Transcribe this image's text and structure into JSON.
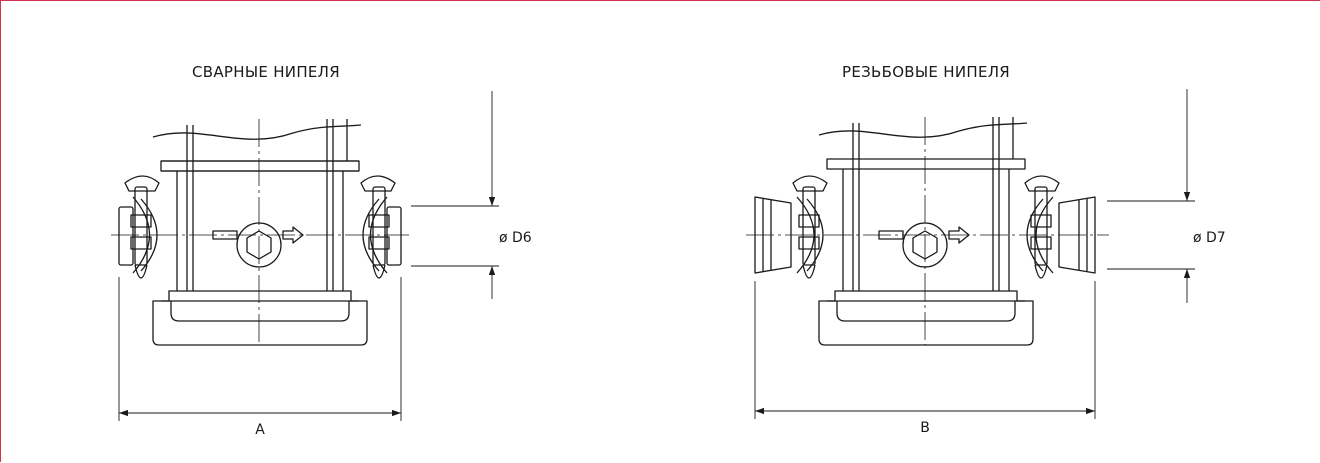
{
  "colors": {
    "frame": "#d2344f",
    "line": "#1a1a1a"
  },
  "views": [
    {
      "title": "СВАРНЫЕ НИПЕЛЯ",
      "width_label": "A",
      "diameter_label": "ø D6",
      "connection": "welded"
    },
    {
      "title": "РЕЗЬБОВЫЕ НИПЕЛЯ",
      "width_label": "B",
      "diameter_label": "ø D7",
      "connection": "threaded"
    }
  ]
}
